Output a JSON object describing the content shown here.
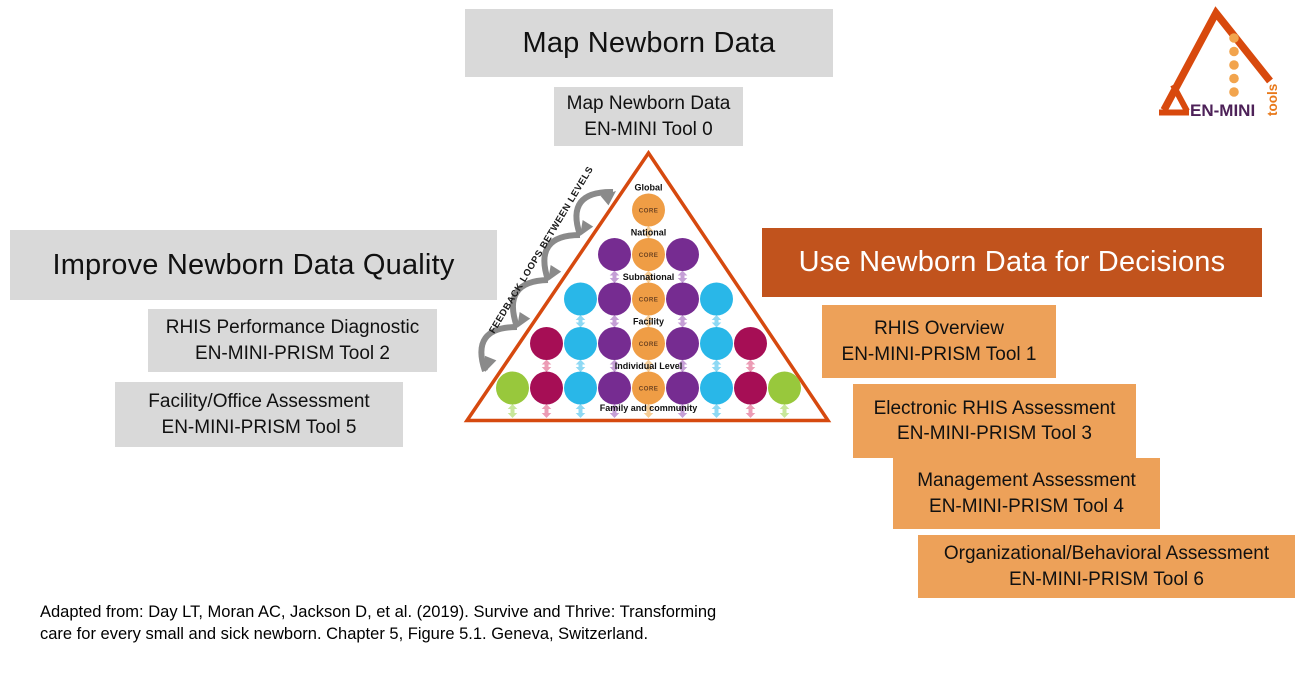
{
  "slide": {
    "map_section": {
      "title": "Map Newborn Data",
      "tool": {
        "title": "Map Newborn Data",
        "subtitle": "EN-MINI Tool 0"
      }
    },
    "improve_section": {
      "title": "Improve Newborn Data Quality",
      "tools": [
        {
          "title": "RHIS Performance Diagnostic",
          "subtitle": "EN-MINI-PRISM Tool 2"
        },
        {
          "title": "Facility/Office Assessment",
          "subtitle": "EN-MINI-PRISM Tool 5"
        }
      ]
    },
    "use_section": {
      "title": "Use Newborn Data for Decisions",
      "tools": [
        {
          "title": "RHIS Overview",
          "subtitle": "EN-MINI-PRISM Tool 1"
        },
        {
          "title": "Electronic RHIS Assessment",
          "subtitle": "EN-MINI-PRISM Tool 3"
        },
        {
          "title": "Management Assessment",
          "subtitle": "EN-MINI-PRISM Tool 4"
        },
        {
          "title": "Organizational/Behavioral Assessment",
          "subtitle": "EN-MINI-PRISM Tool 6"
        }
      ]
    },
    "caption": {
      "line1": "Adapted from: Day LT, Moran AC, Jackson D, et al. (2019). Survive and Thrive: Transforming",
      "line2": "care for every small and sick newborn. Chapter 5, Figure 5.1. Geneva, Switzerland."
    }
  },
  "pyramid": {
    "feedback_label": "FEEDBACK LOOPS BETWEEN LEVELS",
    "core_label": "CORE",
    "levels": [
      "Global",
      "National",
      "Subnational",
      "Facility",
      "Individual Level",
      "Family and community"
    ],
    "rows": [
      [
        "orange"
      ],
      [
        "purple",
        "orange",
        "purple"
      ],
      [
        "cyan",
        "purple",
        "orange",
        "purple",
        "cyan"
      ],
      [
        "magenta",
        "cyan",
        "purple",
        "orange",
        "purple",
        "cyan",
        "magenta"
      ],
      [
        "green",
        "magenta",
        "cyan",
        "purple",
        "orange",
        "purple",
        "cyan",
        "magenta",
        "green"
      ]
    ],
    "palette": {
      "orange": "#EF9D45",
      "purple": "#762C91",
      "cyan": "#29B7E8",
      "magenta": "#A60E55",
      "green": "#98C83C"
    },
    "arrow_tints": {
      "orange": "#F6CD96",
      "purple": "#C59FD6",
      "cyan": "#8ED9F4",
      "magenta": "#EC9CB5",
      "green": "#C8E79A"
    },
    "border_color": "#D6490F",
    "core_text_color": "#6E4422",
    "feedback_color": "#8A8A8A"
  },
  "logo": {
    "name": "EN-MINI",
    "suffix": "tools",
    "triangle_color": "#D8490D",
    "dot_color": "#F2A44D",
    "name_color": "#4D2158",
    "suffix_color": "#E8791B"
  },
  "colors": {
    "gray_box": "#D9D9D9",
    "rust_box": "#C1531D",
    "orange_box": "#EDA159"
  }
}
